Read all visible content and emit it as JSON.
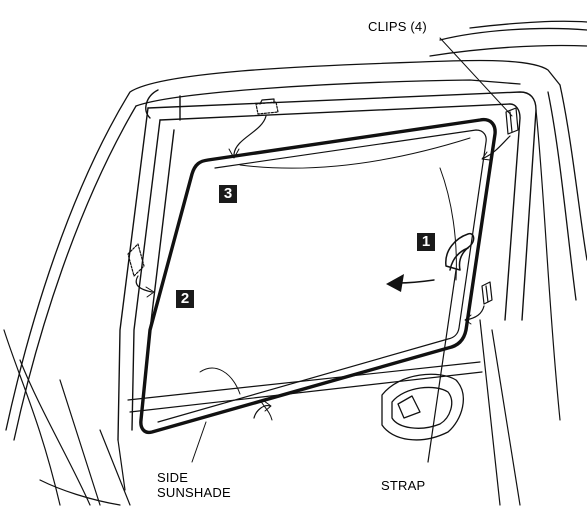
{
  "labels": {
    "clips": "CLIPS (4)",
    "side_sunshade_line1": "SIDE",
    "side_sunshade_line2": "SUNSHADE",
    "strap": "STRAP"
  },
  "steps": {
    "step1": "1",
    "step2": "2",
    "step3": "3"
  },
  "colors": {
    "line": "#111111",
    "badge": "#1a1a1a"
  }
}
